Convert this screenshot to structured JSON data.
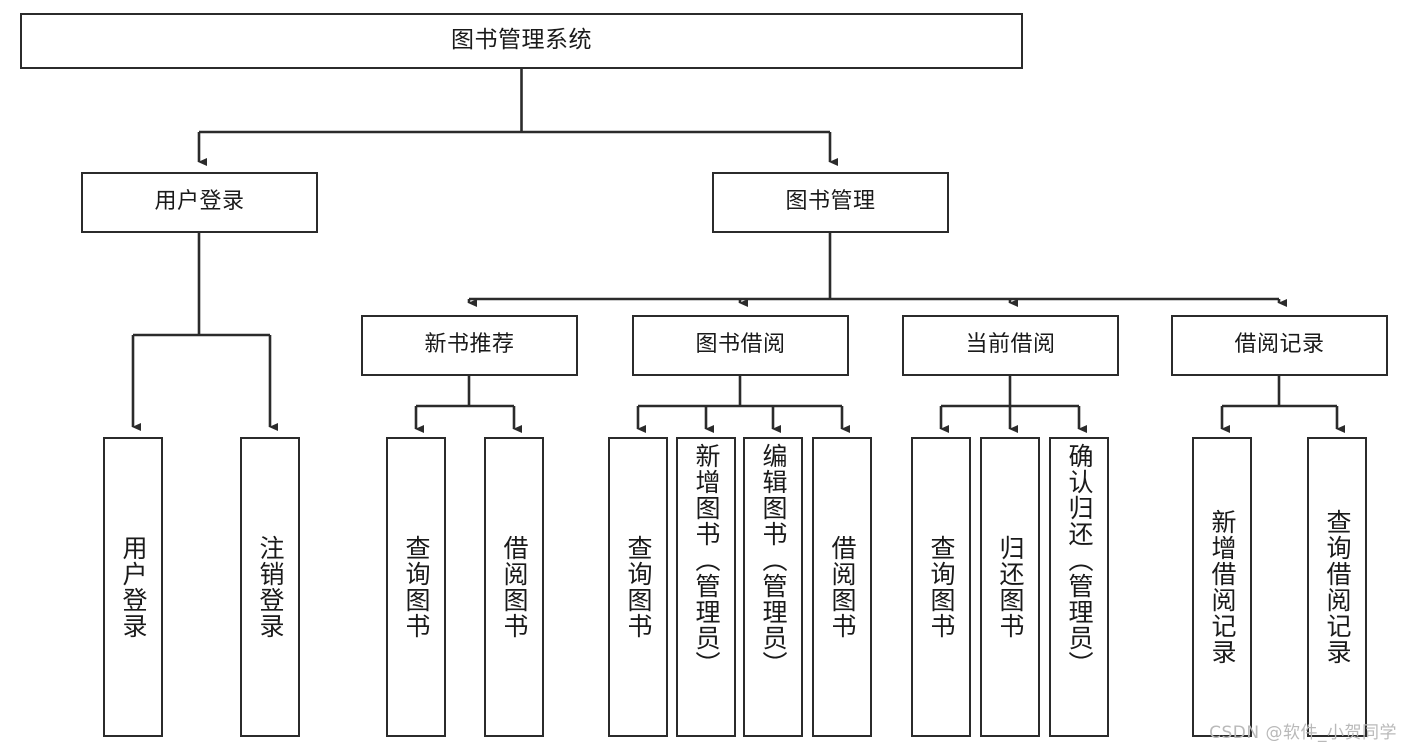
{
  "diagram": {
    "type": "tree-hierarchy",
    "title": "图书管理系统",
    "orientation": "top-down",
    "stroke_color": "#2b2b2b",
    "fill_color": "#ffffff",
    "text_color": "#1a1a1a",
    "levels": 4
  },
  "nodes": {
    "root": {
      "label": "图书管理系统"
    },
    "level2": [
      {
        "label": "用户登录"
      },
      {
        "label": "图书管理"
      }
    ],
    "level3": [
      {
        "label": "新书推荐"
      },
      {
        "label": "图书借阅"
      },
      {
        "label": "当前借阅"
      },
      {
        "label": "借阅记录"
      }
    ],
    "leaves": {
      "user_login": [
        {
          "label": "用户登录"
        },
        {
          "label": "注销登录"
        }
      ],
      "new_book_recommend": [
        {
          "label": "查询图书"
        },
        {
          "label": "借阅图书"
        }
      ],
      "book_borrow": [
        {
          "label": "查询图书"
        },
        {
          "label": "新增图书（管理员）"
        },
        {
          "label": "编辑图书（管理员）"
        },
        {
          "label": "借阅图书"
        }
      ],
      "current_borrow": [
        {
          "label": "查询图书"
        },
        {
          "label": "归还图书"
        },
        {
          "label": "确认归还（管理员）"
        }
      ],
      "borrow_record": [
        {
          "label": "新增借阅记录"
        },
        {
          "label": "查询借阅记录"
        }
      ]
    }
  },
  "watermark": {
    "text": "CSDN @软件_小贺同学"
  }
}
